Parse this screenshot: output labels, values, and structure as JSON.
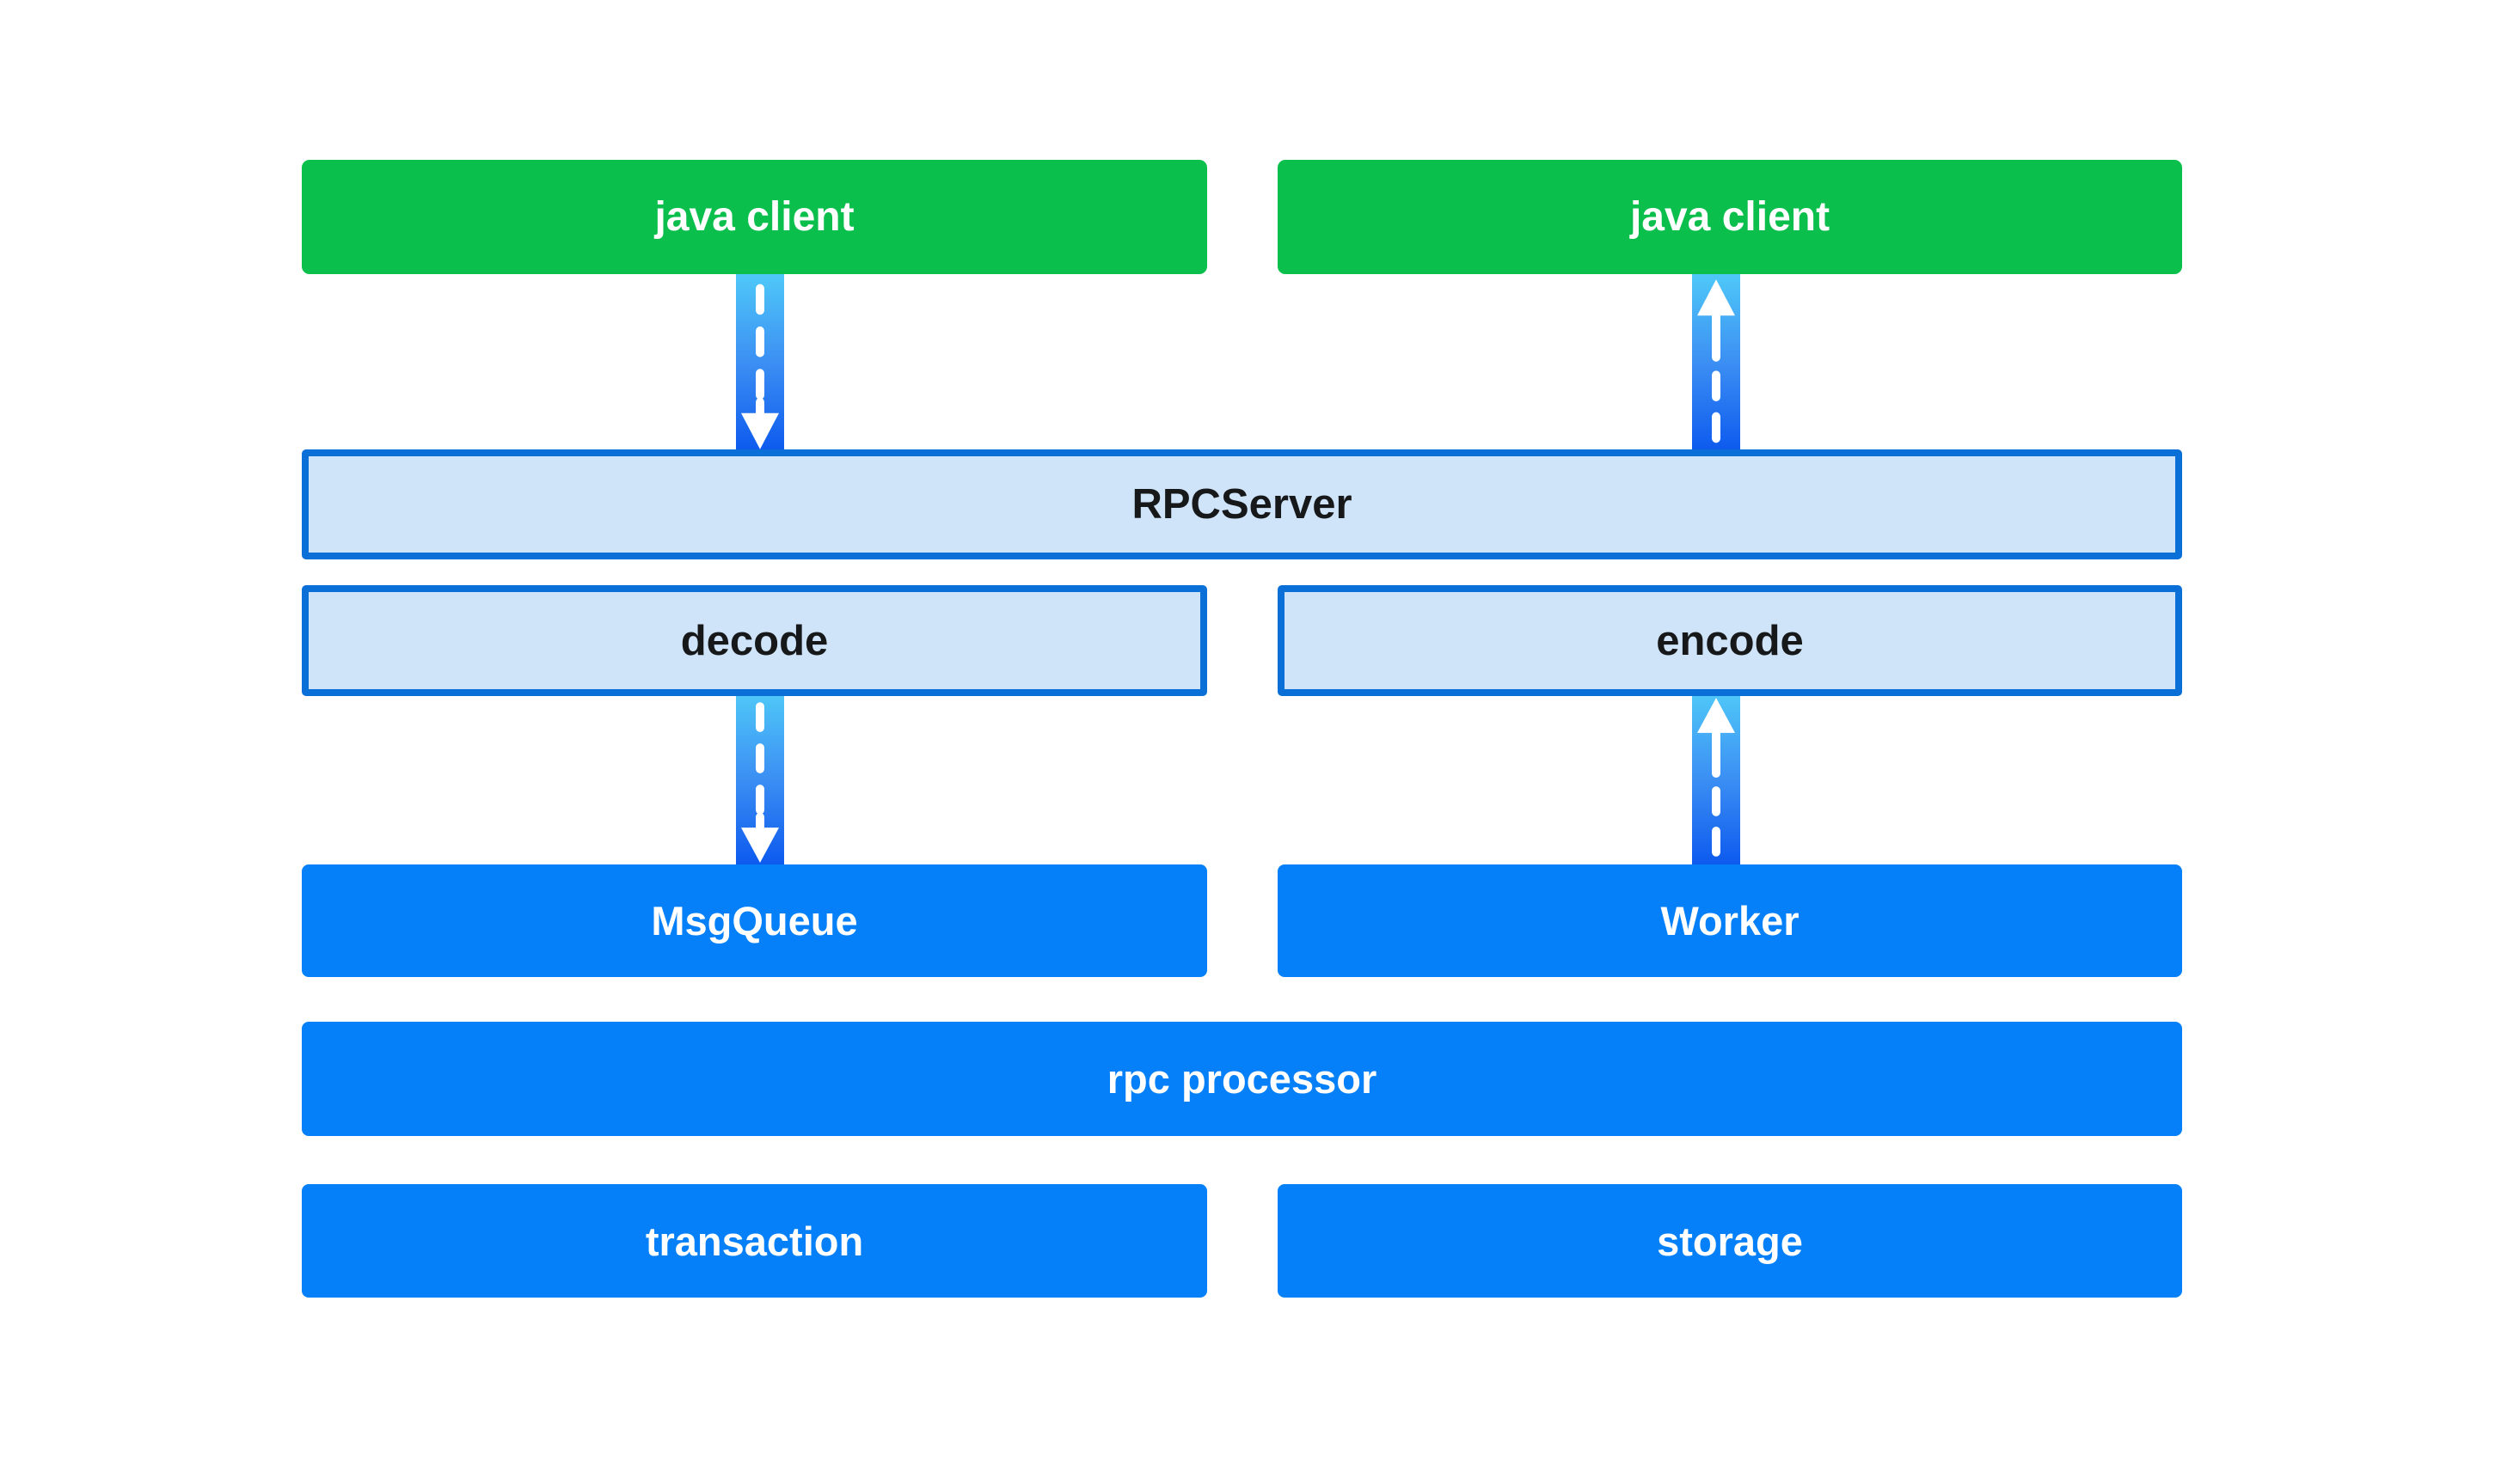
{
  "diagram": {
    "title": "RPC server architecture diagram",
    "nodes": {
      "java_client_left": {
        "label": "java client"
      },
      "java_client_right": {
        "label": "java client"
      },
      "rpc_server": {
        "label": "RPCServer"
      },
      "decode": {
        "label": "decode"
      },
      "encode": {
        "label": "encode"
      },
      "msg_queue": {
        "label": "MsgQueue"
      },
      "worker": {
        "label": "Worker"
      },
      "rpc_processor": {
        "label": "rpc processor"
      },
      "transaction": {
        "label": "transaction"
      },
      "storage": {
        "label": "storage"
      }
    },
    "arrows": [
      {
        "name": "java-client-to-rpcserver",
        "direction": "down"
      },
      {
        "name": "rpcserver-to-java-client",
        "direction": "up"
      },
      {
        "name": "decode-to-msgqueue",
        "direction": "down"
      },
      {
        "name": "worker-to-encode",
        "direction": "up"
      }
    ]
  },
  "colors": {
    "client_green": "#0abf4c",
    "solid_blue": "#0580f8",
    "panel_fill": "#cfe4f9",
    "panel_border": "#0a6fd6",
    "arrow_grad_top": "#4fc8f8",
    "arrow_grad_bottom": "#0b58ee",
    "dark_text": "#17181a",
    "light_text": "#ffffff",
    "canvas_bg": "#ffffff"
  }
}
